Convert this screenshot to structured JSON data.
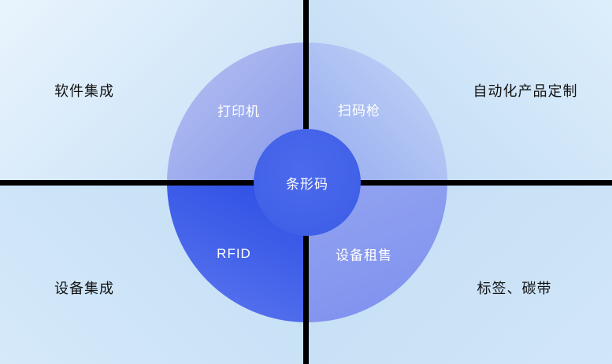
{
  "diagram": {
    "center": {
      "label": "条形码"
    },
    "circle_quadrants": {
      "top_left": {
        "label": "打印机"
      },
      "top_right": {
        "label": "扫码枪"
      },
      "bottom_left": {
        "label": "RFID"
      },
      "bottom_right": {
        "label": "设备租售"
      }
    },
    "corners": {
      "top_left": {
        "label": "软件集成"
      },
      "top_right": {
        "label": "自动化产品定制"
      },
      "bottom_left": {
        "label": "设备集成"
      },
      "bottom_right": {
        "label": "标签、碳带"
      }
    }
  },
  "colors": {
    "line": "#000000",
    "center_circle": "#3c5ce6",
    "center_circle_light": "#4b6aec",
    "circle_text": "#ffffff",
    "corner_text": "#111111",
    "circle_tl_start": "#b6c3f2",
    "circle_tl_end": "#8success99ea",
    "circle_tr_start": "#c5d8f8",
    "circle_tr_end": "#95aaef",
    "circle_bl_start": "#2a4ce4",
    "circle_bl_end": "#5e79ef",
    "circle_br_start": "#93a4f1",
    "circle_br_end": "#7d8fee",
    "bg_tl_start": "#e9f4fd",
    "bg_tl_end": "#c5dff6",
    "bg_tr_start": "#ddeefb",
    "bg_tr_end": "#bedaf4",
    "bg_bl_start": "#d5e9f9",
    "bg_bl_end": "#c3def5",
    "bg_br_start": "#d1e6f8",
    "bg_br_end": "#c4def5"
  }
}
